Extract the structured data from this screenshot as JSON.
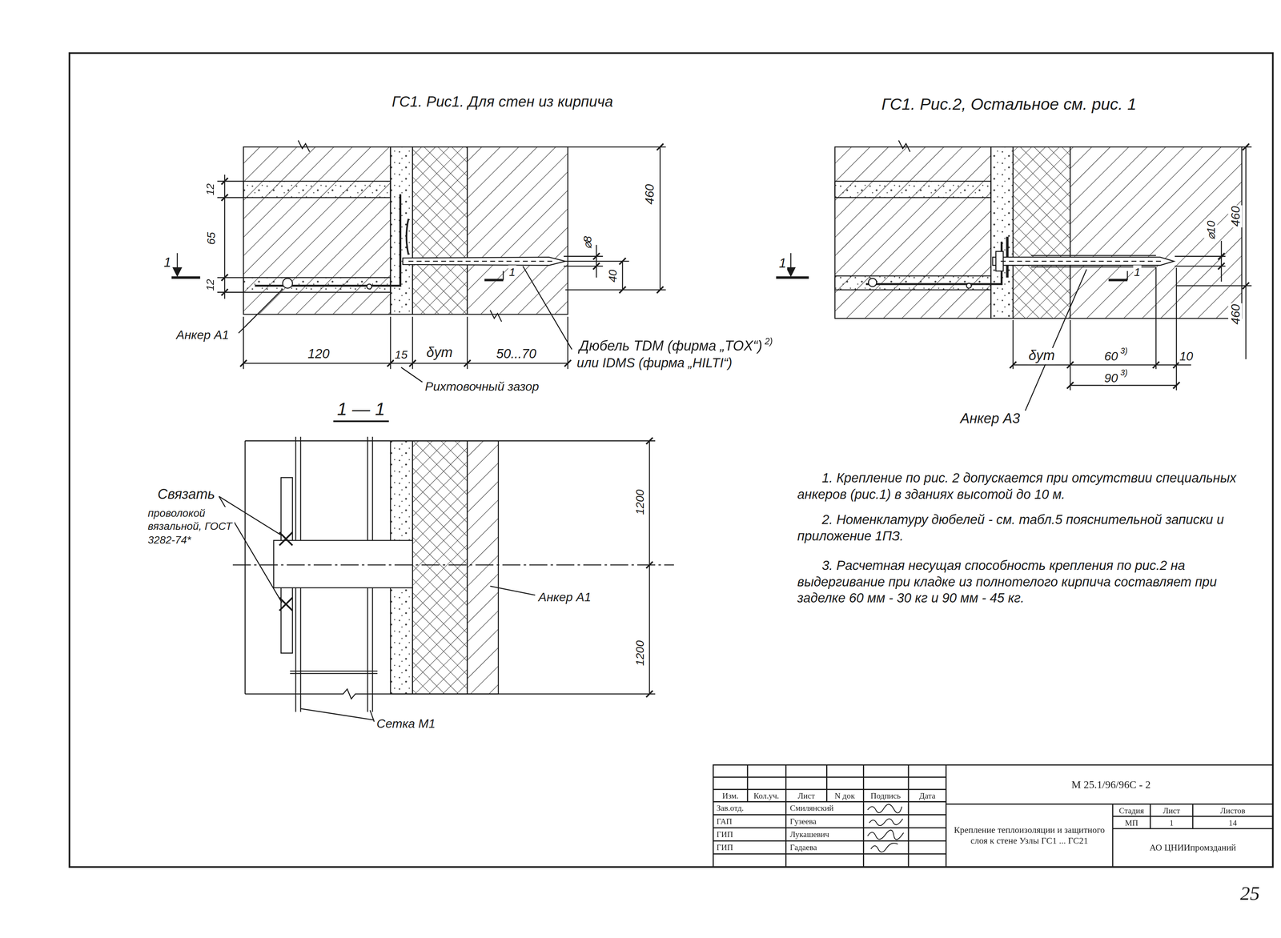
{
  "diagram": {
    "labels": [
      "ГС1. Рис1. Для стен из кирпича",
      "ГС1. Рис.2, Остальное см. рис. 1",
      "12",
      "65",
      "12",
      "460",
      "⌀8",
      "40",
      "1",
      "1",
      "Анкер А1",
      "120",
      "15",
      "δут",
      "50...70",
      "Дюбель TDM (фирма „TOX“)",
      "2)",
      "или IDMS (фирма „HILTI“)",
      "Рихтовочный зазор",
      "1 — 1",
      "Связать",
      "проволокой вязальной, ГОСТ 3282-74*",
      "1200",
      "1200",
      "Анкер А1",
      "Сетка М1",
      "1",
      "460",
      "⌀10",
      "1",
      "460",
      "δут",
      "60",
      "3)",
      "90",
      "3)",
      "10",
      "Анкер А3",
      "1. Крепление по рис. 2 допускается при отсутствии специальных анкеров (рис.1) в зданиях высотой до 10 м.",
      "2. Номенклатуру дюбелей - см. табл.5 пояснительной записки и приложение 1ПЗ.",
      "3. Расчетная несущая способность крепления по рис.2 на выдергивание при кладке из полнотелого кирпича составляет при заделке 60 мм - 30 кг и 90 мм - 45 кг.",
      "Изм.",
      "Кол.уч.",
      "Лист",
      "N док",
      "Подпись",
      "Дата",
      "Зав.отд.",
      "Смилянский",
      "ГАП",
      "Гузеева",
      "ГИП",
      "Лукашевич",
      "ГИП",
      "Гадаева",
      "М 25.1/96/96С - 2",
      "Крепление теплоизоляции и защитного слоя к стене Узлы ГС1 ... ГС21",
      "Стадия",
      "Лист",
      "Листов",
      "МП",
      "1",
      "14",
      "АО ЦНИИпромзданий",
      "25"
    ]
  }
}
